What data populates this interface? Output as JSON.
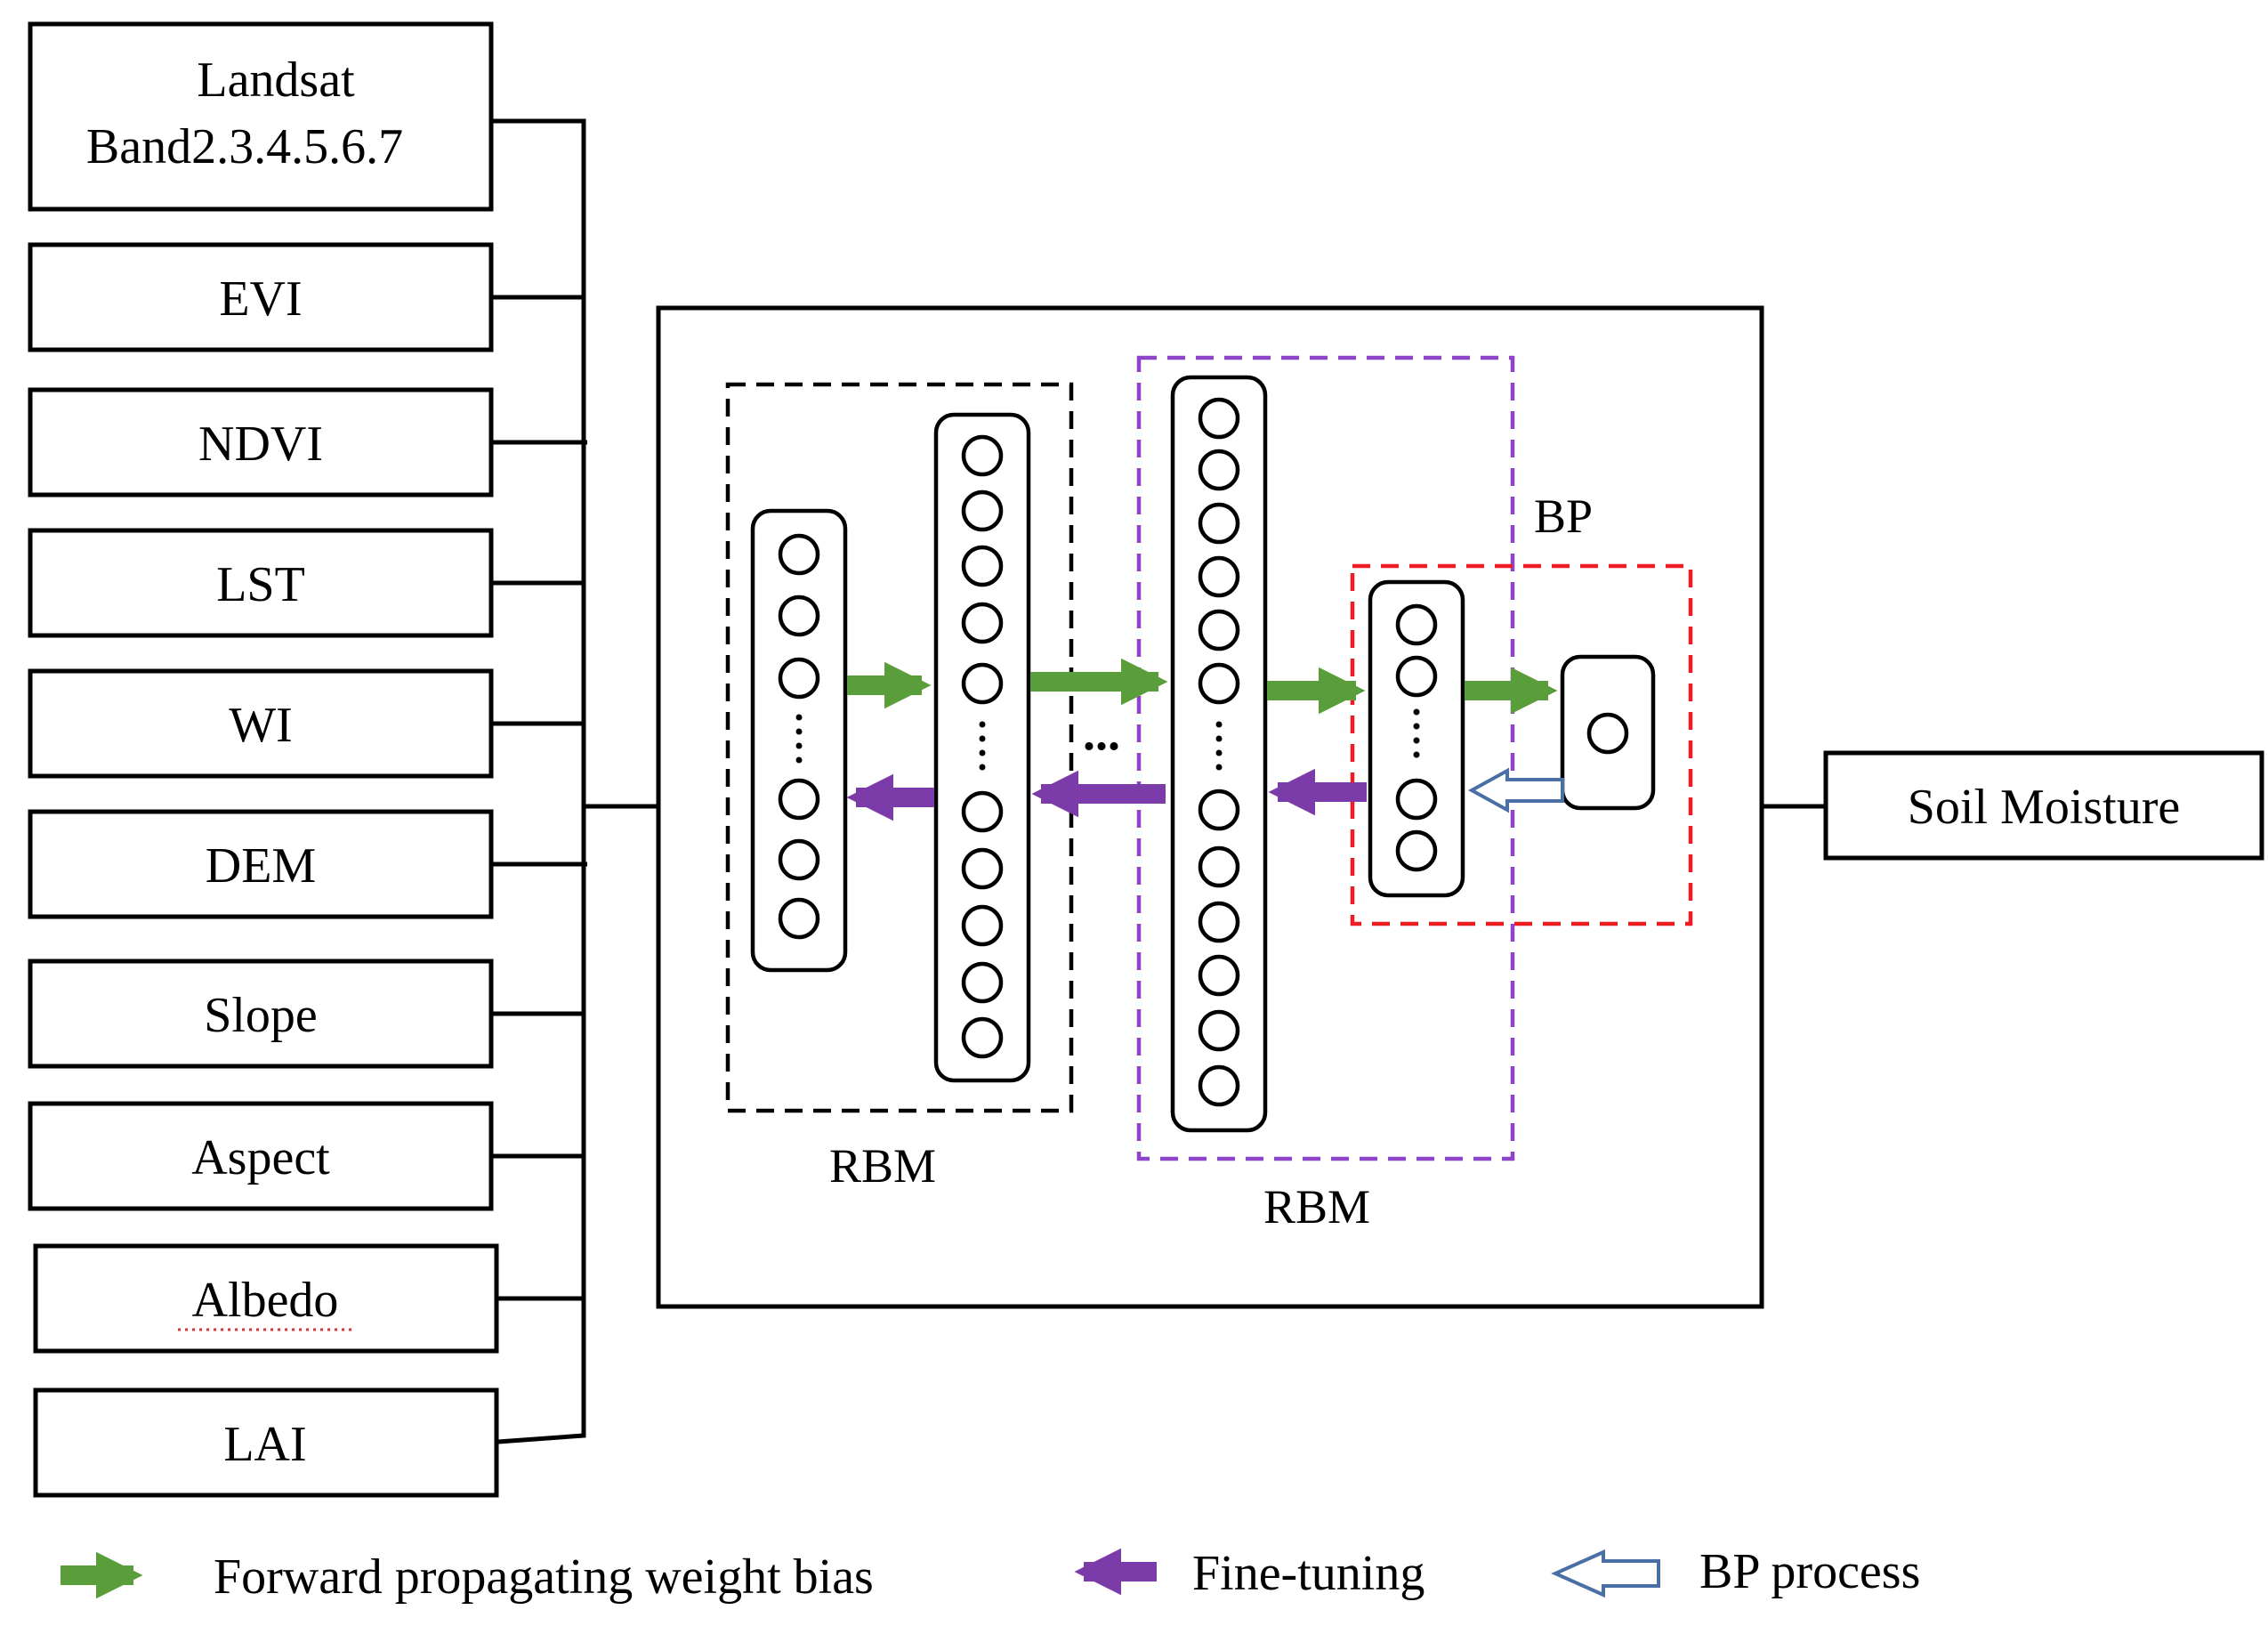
{
  "inputs": [
    {
      "line1": "Landsat",
      "line2": "Band2.3.4.5.6.7"
    },
    {
      "label": "EVI"
    },
    {
      "label": "NDVI"
    },
    {
      "label": "LST"
    },
    {
      "label": "WI"
    },
    {
      "label": "DEM"
    },
    {
      "label": "Slope"
    },
    {
      "label": "Aspect"
    },
    {
      "label": "Albedo"
    },
    {
      "label": "LAI"
    }
  ],
  "output": {
    "label": "Soil Moisture"
  },
  "model": {
    "rbm1_label": "RBM",
    "rbm2_label": "RBM",
    "bp_label": "BP",
    "ellipsis": "...",
    "colors": {
      "rbm1_border": "#000000",
      "rbm2_border": "#8e44c8",
      "bp_border": "#ee1c24",
      "forward": "#5a9e3c",
      "finetune": "#7b3ba8",
      "bp_arrow": "#4a6fa5"
    }
  },
  "legend": {
    "forward": "Forward propagating weight bias",
    "finetune": "Fine-tuning",
    "bp": "BP process"
  }
}
